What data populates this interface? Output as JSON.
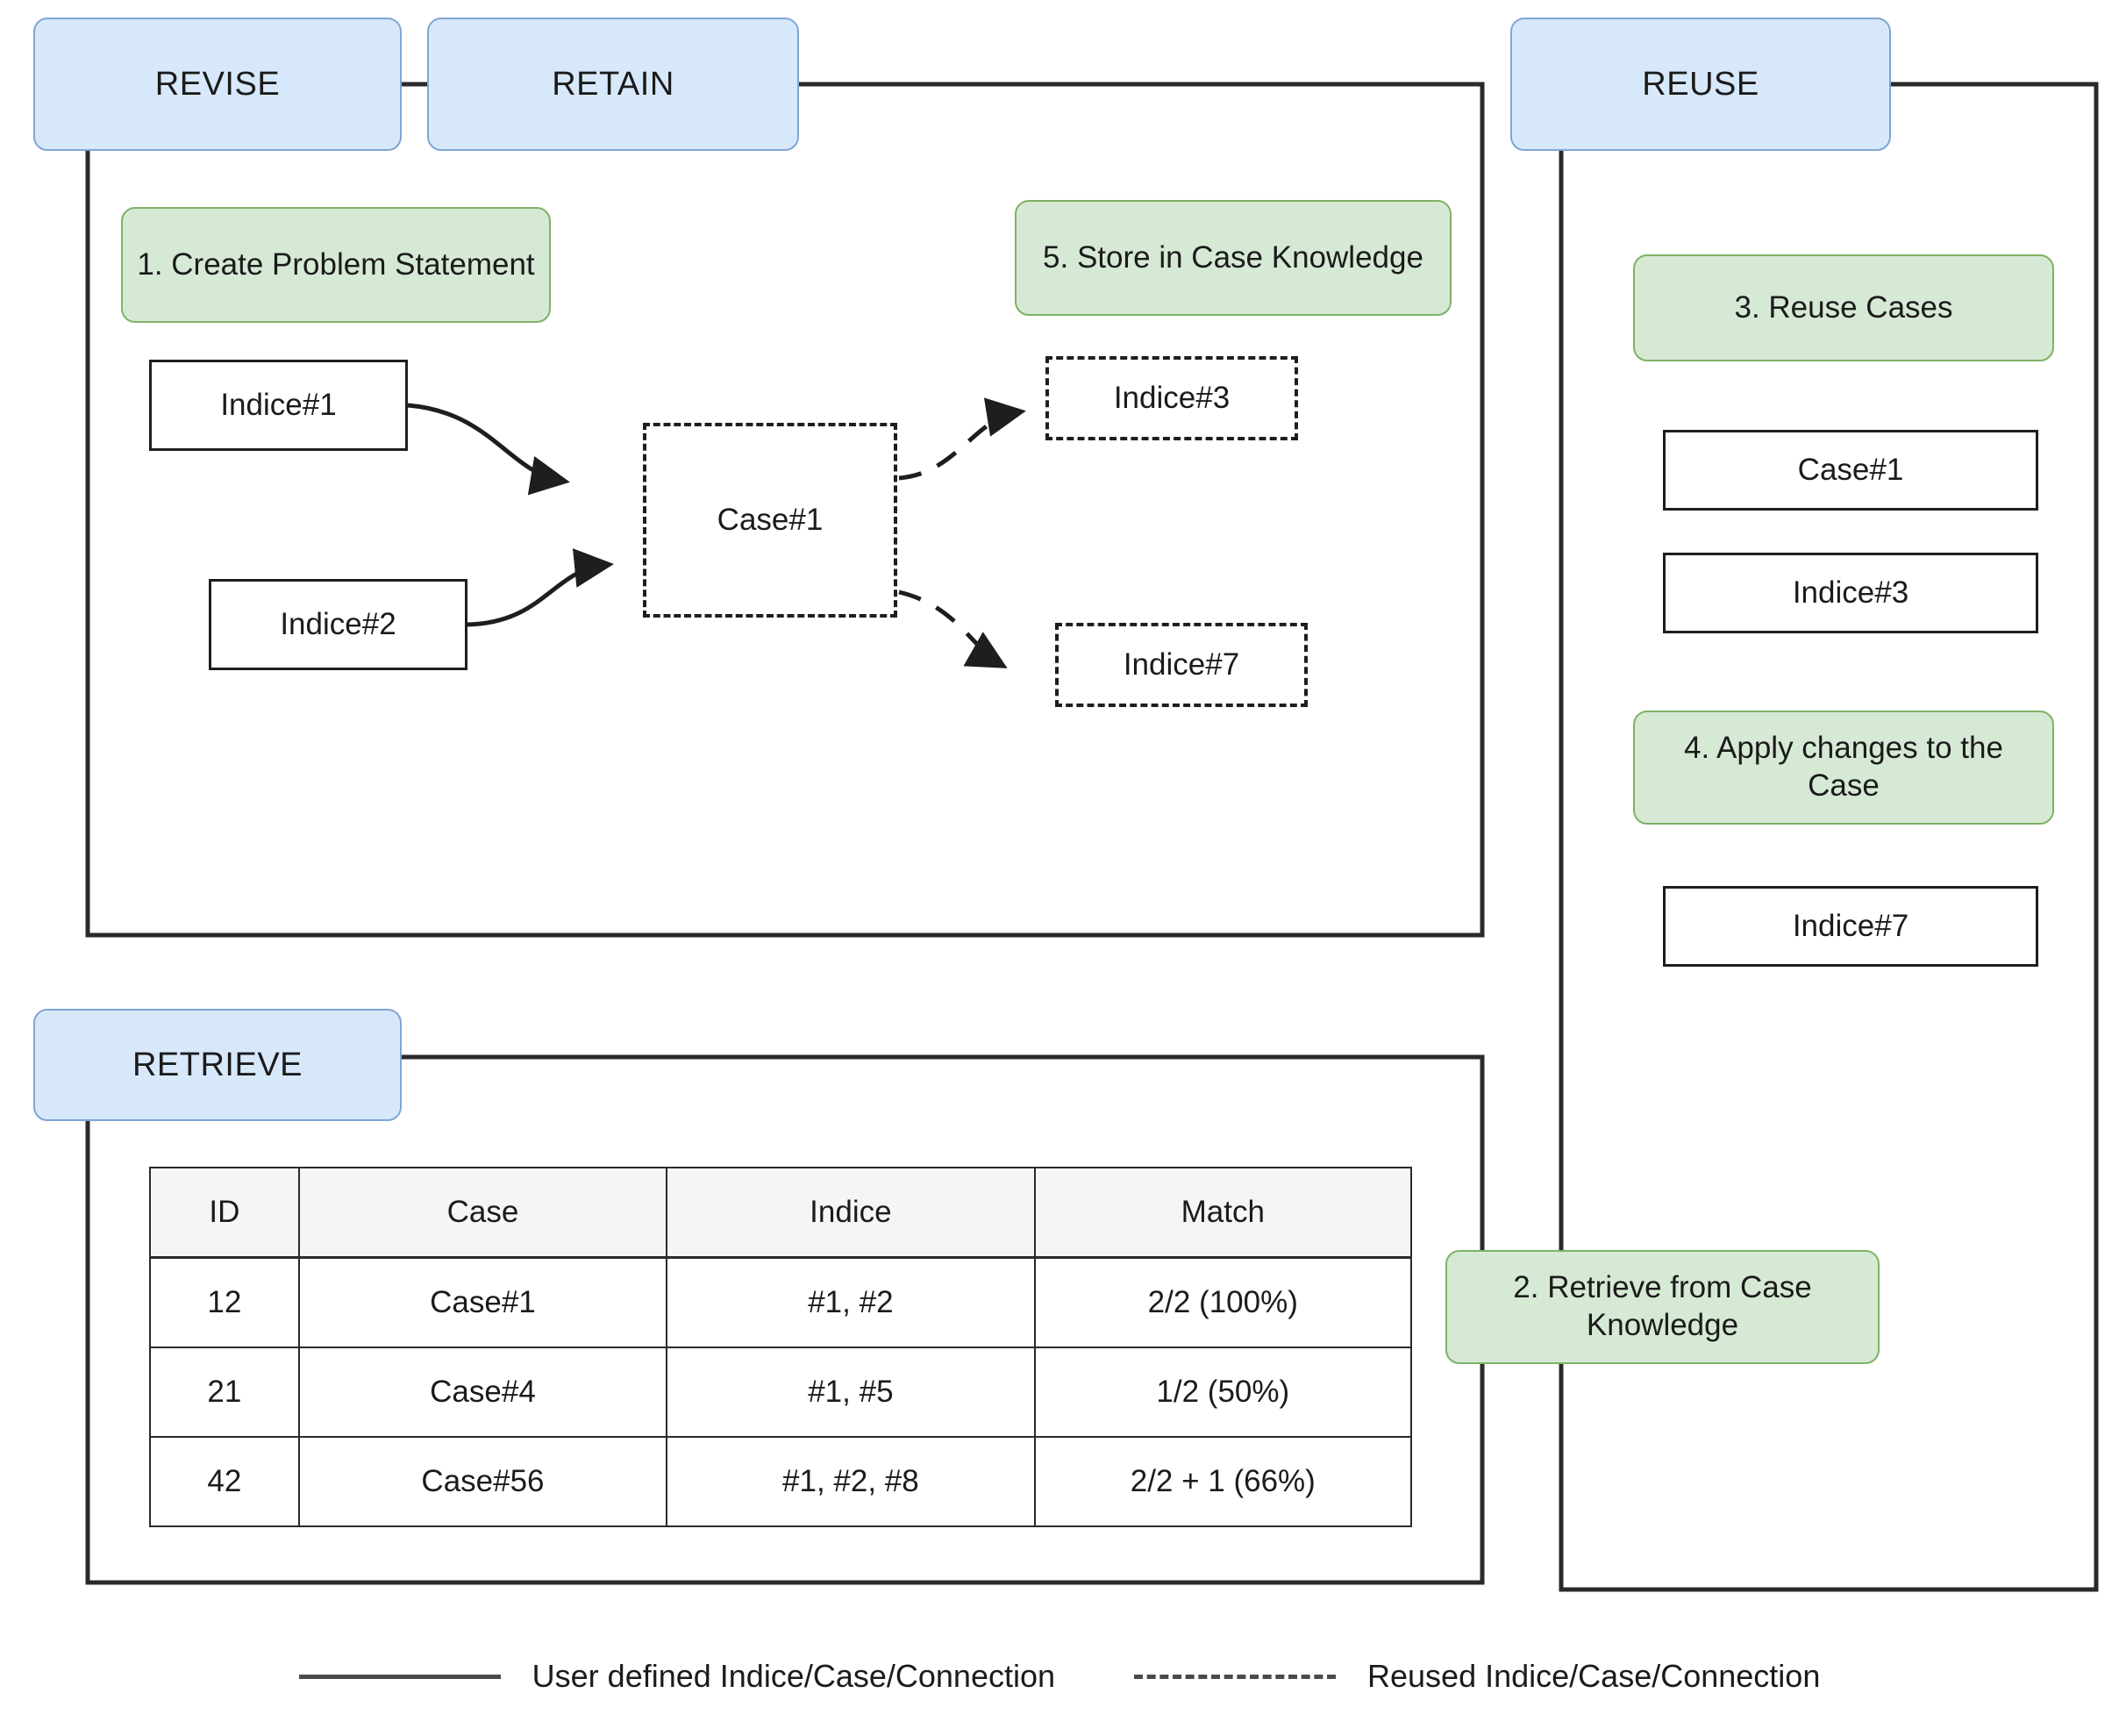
{
  "diagram": {
    "title": "CBR cycle diagram",
    "colors": {
      "phase_fill": "#d8e8fb",
      "phase_border": "#7ea6d4",
      "step_fill": "#d6e9d5",
      "step_border": "#7fb266",
      "box_border": "#1e1e1e",
      "connector": "#2a2a2a"
    }
  },
  "phases": {
    "revise": "REVISE",
    "retain": "RETAIN",
    "reuse": "REUSE",
    "retrieve": "RETRIEVE"
  },
  "steps": {
    "step1": "1. Create Problem Statement",
    "step2": "2. Retrieve from Case Knowledge",
    "step3": "3. Reuse Cases",
    "step4": "4. Apply changes to the Case",
    "step5": "5. Store in Case Knowledge"
  },
  "retain_section": {
    "indice1": "Indice#1",
    "indice2": "Indice#2",
    "case1": "Case#1",
    "indice3": "Indice#3",
    "indice7": "Indice#7"
  },
  "reuse_section": {
    "case1": "Case#1",
    "indice3": "Indice#3",
    "indice7": "Indice#7"
  },
  "retrieve_table": {
    "headers": [
      "ID",
      "Case",
      "Indice",
      "Match"
    ],
    "rows": [
      [
        "12",
        "Case#1",
        "#1, #2",
        "2/2 (100%)"
      ],
      [
        "21",
        "Case#4",
        "#1, #5",
        "1/2 (50%)"
      ],
      [
        "42",
        "Case#56",
        "#1, #2, #8",
        "2/2 + 1 (66%)"
      ]
    ]
  },
  "legend": {
    "solid_label": "User defined Indice/Case/Connection",
    "dashed_label": "Reused Indice/Case/Connection"
  }
}
